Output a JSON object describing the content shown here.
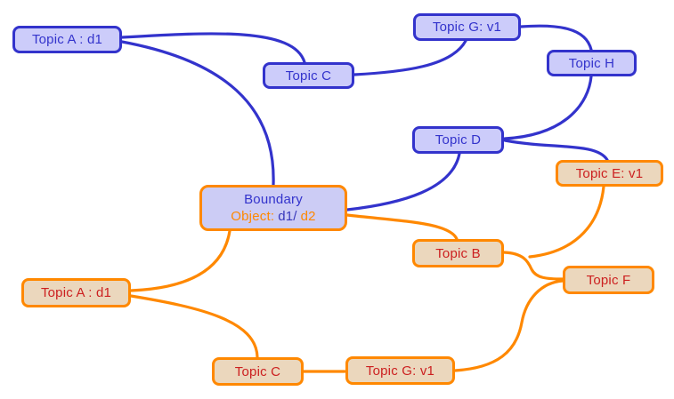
{
  "diagram": {
    "type": "concept-map",
    "background": "#ffffff"
  },
  "colors": {
    "blue_stroke": "#3333cc",
    "blue_fill": "#ccccfa",
    "orange_stroke": "#ff8800",
    "tan_fill": "#ebd7bd",
    "red_text": "#cc2020"
  },
  "nodes": {
    "topic_a_top": {
      "label": "Topic A : d1",
      "style": "blue"
    },
    "topic_c_top": {
      "label": "Topic C",
      "style": "blue"
    },
    "topic_g_top": {
      "label": "Topic G: v1",
      "style": "blue"
    },
    "topic_h": {
      "label": "Topic H",
      "style": "blue"
    },
    "topic_d": {
      "label": "Topic D",
      "style": "blue"
    },
    "topic_e": {
      "label": "Topic E: v1",
      "style": "orange"
    },
    "boundary": {
      "title": "Boundary",
      "object_label": "Object:",
      "object_value1": "d1/",
      "object_value2": "d2"
    },
    "topic_b": {
      "label": "Topic B",
      "style": "orange"
    },
    "topic_f": {
      "label": "Topic F",
      "style": "orange"
    },
    "topic_a_bottom": {
      "label": "Topic A : d1",
      "style": "orange"
    },
    "topic_c_bottom": {
      "label": "Topic C",
      "style": "orange"
    },
    "topic_g_bottom": {
      "label": "Topic G: v1",
      "style": "orange"
    }
  },
  "links": [
    {
      "from": "topic_a_top",
      "to": "topic_c_top",
      "color": "blue"
    },
    {
      "from": "topic_a_top",
      "to": "boundary",
      "color": "blue"
    },
    {
      "from": "topic_c_top",
      "to": "topic_g_top",
      "color": "blue"
    },
    {
      "from": "topic_g_top",
      "to": "topic_h",
      "color": "blue"
    },
    {
      "from": "topic_h",
      "to": "topic_d",
      "color": "blue"
    },
    {
      "from": "topic_d",
      "to": "topic_e",
      "color": "blue"
    },
    {
      "from": "boundary",
      "to": "topic_d",
      "color": "blue"
    },
    {
      "from": "boundary",
      "to": "topic_b",
      "color": "orange"
    },
    {
      "from": "boundary",
      "to": "topic_a_bottom",
      "color": "orange"
    },
    {
      "from": "topic_a_bottom",
      "to": "topic_c_bottom",
      "color": "orange"
    },
    {
      "from": "topic_c_bottom",
      "to": "topic_g_bottom",
      "color": "orange"
    },
    {
      "from": "topic_g_bottom",
      "to": "topic_f",
      "color": "orange"
    },
    {
      "from": "topic_b",
      "to": "topic_f",
      "color": "orange"
    },
    {
      "from": "topic_e",
      "to": "topic_b",
      "color": "orange"
    }
  ]
}
